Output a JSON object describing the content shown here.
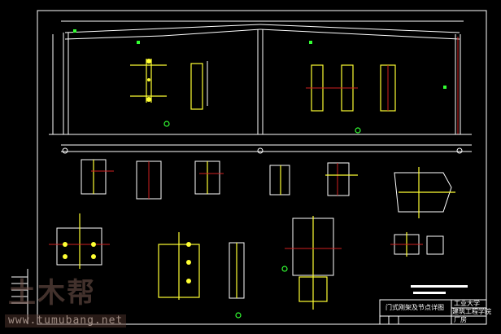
{
  "drawing": {
    "title_block": {
      "drawing_title": "门式刚架及节点详图",
      "school": "工业大学",
      "department": "建筑工程学院",
      "project": "厂房"
    },
    "watermark": {
      "logo": "土木帮",
      "url": "www.tumubang.net"
    },
    "colors": {
      "background": "#000000",
      "lines": "#ffffff",
      "steel": "#ffff33",
      "axis": "#d02020",
      "marks": "#33ff33"
    }
  }
}
